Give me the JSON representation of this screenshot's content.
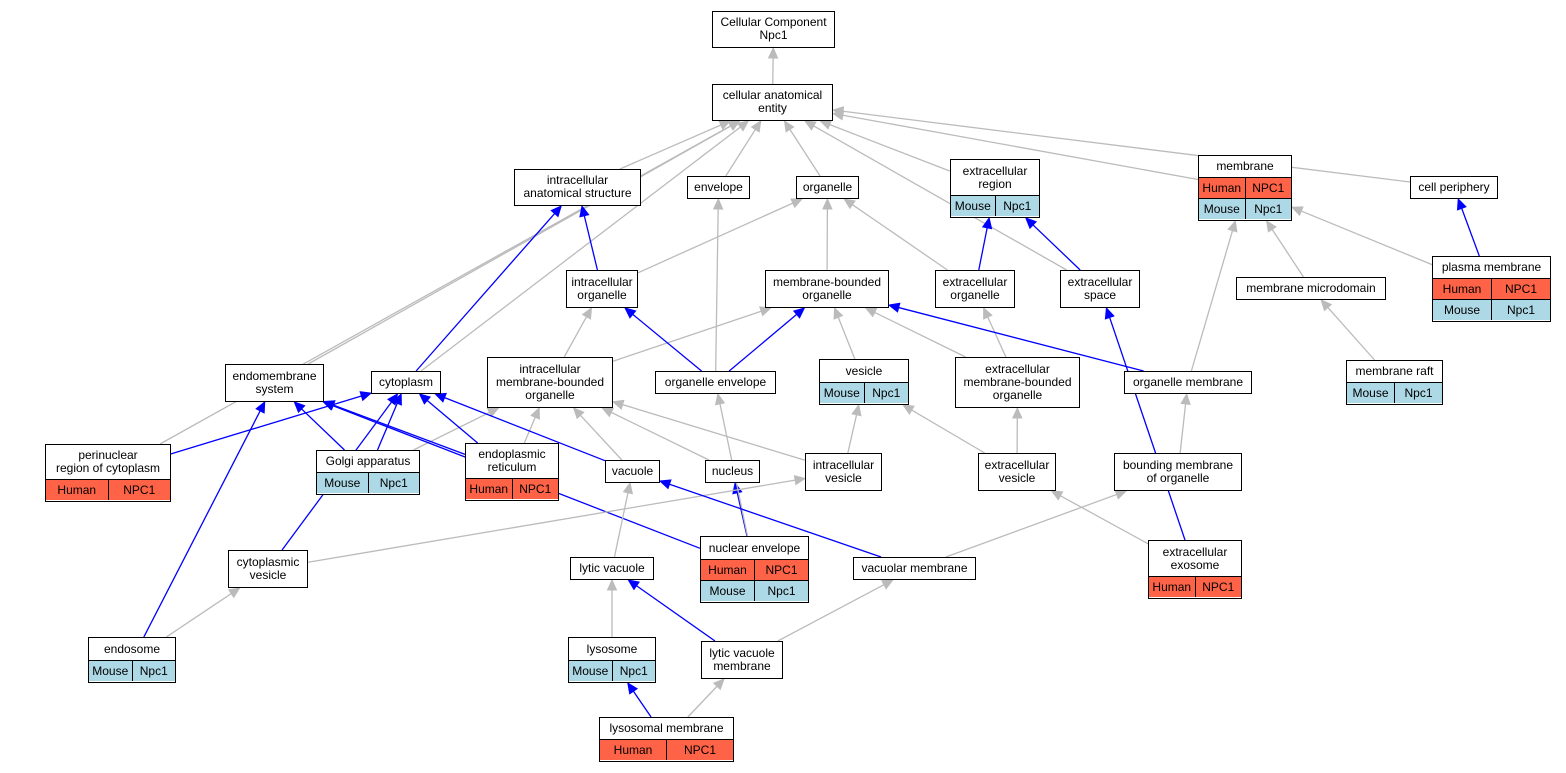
{
  "colors": {
    "gene_edge": "#0000ff",
    "parent_edge": "#bbbbbb",
    "human_cell": "#ff6347",
    "mouse_cell": "#add8e6"
  },
  "nodes": {
    "root": {
      "label": "Cellular Component\nNpc1"
    },
    "cae": {
      "label": "cellular anatomical\nentity"
    },
    "ias": {
      "label": "intracellular\nanatomical structure"
    },
    "envelope": {
      "label": "envelope"
    },
    "organelle": {
      "label": "organelle"
    },
    "exreg": {
      "label": "extracellular\nregion",
      "rows": [
        {
          "species": "mouse",
          "cells": [
            "Mouse",
            "Npc1"
          ]
        }
      ]
    },
    "membrane": {
      "label": "membrane",
      "rows": [
        {
          "species": "human",
          "cells": [
            "Human",
            "NPC1"
          ]
        },
        {
          "species": "mouse",
          "cells": [
            "Mouse",
            "Npc1"
          ]
        }
      ]
    },
    "cellper": {
      "label": "cell periphery"
    },
    "intorg": {
      "label": "intracellular\norganelle"
    },
    "mbo": {
      "label": "membrane-bounded\norganelle"
    },
    "exorg": {
      "label": "extracellular\norganelle"
    },
    "exspace": {
      "label": "extracellular\nspace"
    },
    "memmicro": {
      "label": "membrane microdomain"
    },
    "plasmamem": {
      "label": "plasma membrane",
      "rows": [
        {
          "species": "human",
          "cells": [
            "Human",
            "NPC1"
          ]
        },
        {
          "species": "mouse",
          "cells": [
            "Mouse",
            "Npc1"
          ]
        }
      ]
    },
    "endomem": {
      "label": "endomembrane\nsystem"
    },
    "cytoplasm": {
      "label": "cytoplasm"
    },
    "imbo": {
      "label": "intracellular\nmembrane-bounded\norganelle"
    },
    "orgenv": {
      "label": "organelle envelope"
    },
    "vesicle": {
      "label": "vesicle",
      "rows": [
        {
          "species": "mouse",
          "cells": [
            "Mouse",
            "Npc1"
          ]
        }
      ]
    },
    "exmbo": {
      "label": "extracellular\nmembrane-bounded\norganelle"
    },
    "orgmem": {
      "label": "organelle membrane"
    },
    "memraft": {
      "label": "membrane raft",
      "rows": [
        {
          "species": "mouse",
          "cells": [
            "Mouse",
            "Npc1"
          ]
        }
      ]
    },
    "perinuc": {
      "label": "perinuclear\nregion of cytoplasm",
      "rows": [
        {
          "species": "human",
          "cells": [
            "Human",
            "NPC1"
          ]
        }
      ]
    },
    "golgi": {
      "label": "Golgi apparatus",
      "rows": [
        {
          "species": "mouse",
          "cells": [
            "Mouse",
            "Npc1"
          ]
        }
      ]
    },
    "er": {
      "label": "endoplasmic\nreticulum",
      "rows": [
        {
          "species": "human",
          "cells": [
            "Human",
            "NPC1"
          ]
        }
      ]
    },
    "vacuole": {
      "label": "vacuole"
    },
    "nucleus": {
      "label": "nucleus"
    },
    "intves": {
      "label": "intracellular\nvesicle"
    },
    "exves": {
      "label": "extracellular\nvesicle"
    },
    "boundmem": {
      "label": "bounding membrane\nof organelle"
    },
    "nucenv": {
      "label": "nuclear envelope",
      "rows": [
        {
          "species": "human",
          "cells": [
            "Human",
            "NPC1"
          ]
        },
        {
          "species": "mouse",
          "cells": [
            "Mouse",
            "Npc1"
          ]
        }
      ]
    },
    "exexo": {
      "label": "extracellular\nexosome",
      "rows": [
        {
          "species": "human",
          "cells": [
            "Human",
            "NPC1"
          ]
        }
      ]
    },
    "cytoves": {
      "label": "cytoplasmic\nvesicle"
    },
    "lyticvac": {
      "label": "lytic vacuole"
    },
    "vacmem": {
      "label": "vacuolar membrane"
    },
    "endosome": {
      "label": "endosome",
      "rows": [
        {
          "species": "mouse",
          "cells": [
            "Mouse",
            "Npc1"
          ]
        }
      ]
    },
    "lysosome": {
      "label": "lysosome",
      "rows": [
        {
          "species": "mouse",
          "cells": [
            "Mouse",
            "Npc1"
          ]
        }
      ]
    },
    "lvm": {
      "label": "lytic vacuole\nmembrane"
    },
    "lysomem": {
      "label": "lysosomal membrane",
      "rows": [
        {
          "species": "human",
          "cells": [
            "Human",
            "NPC1"
          ]
        }
      ]
    }
  },
  "edges": [
    {
      "from": "cae",
      "to": "root",
      "kind": "parent"
    },
    {
      "from": "ias",
      "to": "cae",
      "kind": "parent"
    },
    {
      "from": "envelope",
      "to": "cae",
      "kind": "parent"
    },
    {
      "from": "organelle",
      "to": "cae",
      "kind": "parent"
    },
    {
      "from": "exreg",
      "to": "cae",
      "kind": "parent"
    },
    {
      "from": "membrane",
      "to": "cae",
      "kind": "parent"
    },
    {
      "from": "cellper",
      "to": "cae",
      "kind": "parent"
    },
    {
      "from": "endomem",
      "to": "cae",
      "kind": "parent"
    },
    {
      "from": "cytoplasm",
      "to": "cae",
      "kind": "parent"
    },
    {
      "from": "perinuc",
      "to": "cae",
      "kind": "parent"
    },
    {
      "from": "exspace",
      "to": "cae",
      "kind": "parent"
    },
    {
      "from": "intorg",
      "to": "ias",
      "kind": "gene"
    },
    {
      "from": "intorg",
      "to": "organelle",
      "kind": "parent"
    },
    {
      "from": "cytoplasm",
      "to": "ias",
      "kind": "gene"
    },
    {
      "from": "mbo",
      "to": "organelle",
      "kind": "parent"
    },
    {
      "from": "exorg",
      "to": "organelle",
      "kind": "parent"
    },
    {
      "from": "exorg",
      "to": "exreg",
      "kind": "gene"
    },
    {
      "from": "exspace",
      "to": "exreg",
      "kind": "gene"
    },
    {
      "from": "plasmamem",
      "to": "cellper",
      "kind": "gene"
    },
    {
      "from": "plasmamem",
      "to": "membrane",
      "kind": "parent"
    },
    {
      "from": "memmicro",
      "to": "membrane",
      "kind": "parent"
    },
    {
      "from": "orgmem",
      "to": "membrane",
      "kind": "parent"
    },
    {
      "from": "memraft",
      "to": "memmicro",
      "kind": "parent"
    },
    {
      "from": "imbo",
      "to": "intorg",
      "kind": "parent"
    },
    {
      "from": "imbo",
      "to": "mbo",
      "kind": "parent"
    },
    {
      "from": "orgenv",
      "to": "intorg",
      "kind": "gene"
    },
    {
      "from": "orgenv",
      "to": "mbo",
      "kind": "gene"
    },
    {
      "from": "orgenv",
      "to": "envelope",
      "kind": "parent"
    },
    {
      "from": "vesicle",
      "to": "mbo",
      "kind": "parent"
    },
    {
      "from": "exmbo",
      "to": "mbo",
      "kind": "parent"
    },
    {
      "from": "exmbo",
      "to": "exorg",
      "kind": "parent"
    },
    {
      "from": "orgmem",
      "to": "mbo",
      "kind": "gene"
    },
    {
      "from": "perinuc",
      "to": "cytoplasm",
      "kind": "gene"
    },
    {
      "from": "golgi",
      "to": "cytoplasm",
      "kind": "gene"
    },
    {
      "from": "golgi",
      "to": "endomem",
      "kind": "gene"
    },
    {
      "from": "golgi",
      "to": "imbo",
      "kind": "parent"
    },
    {
      "from": "er",
      "to": "cytoplasm",
      "kind": "gene"
    },
    {
      "from": "er",
      "to": "endomem",
      "kind": "gene"
    },
    {
      "from": "er",
      "to": "imbo",
      "kind": "parent"
    },
    {
      "from": "vacuole",
      "to": "cytoplasm",
      "kind": "gene"
    },
    {
      "from": "vacuole",
      "to": "imbo",
      "kind": "parent"
    },
    {
      "from": "nucleus",
      "to": "imbo",
      "kind": "parent"
    },
    {
      "from": "intves",
      "to": "vesicle",
      "kind": "parent"
    },
    {
      "from": "intves",
      "to": "imbo",
      "kind": "parent"
    },
    {
      "from": "exves",
      "to": "vesicle",
      "kind": "parent"
    },
    {
      "from": "exves",
      "to": "exmbo",
      "kind": "parent"
    },
    {
      "from": "boundmem",
      "to": "orgmem",
      "kind": "parent"
    },
    {
      "from": "nucenv",
      "to": "nucleus",
      "kind": "gene"
    },
    {
      "from": "nucenv",
      "to": "endomem",
      "kind": "gene"
    },
    {
      "from": "nucenv",
      "to": "orgenv",
      "kind": "parent"
    },
    {
      "from": "exexo",
      "to": "exspace",
      "kind": "gene"
    },
    {
      "from": "exexo",
      "to": "exves",
      "kind": "parent"
    },
    {
      "from": "cytoves",
      "to": "cytoplasm",
      "kind": "gene"
    },
    {
      "from": "cytoves",
      "to": "intves",
      "kind": "parent"
    },
    {
      "from": "lyticvac",
      "to": "vacuole",
      "kind": "parent"
    },
    {
      "from": "vacmem",
      "to": "vacuole",
      "kind": "gene"
    },
    {
      "from": "vacmem",
      "to": "boundmem",
      "kind": "parent"
    },
    {
      "from": "endosome",
      "to": "endomem",
      "kind": "gene"
    },
    {
      "from": "endosome",
      "to": "cytoves",
      "kind": "parent"
    },
    {
      "from": "lysosome",
      "to": "lyticvac",
      "kind": "parent"
    },
    {
      "from": "lvm",
      "to": "lyticvac",
      "kind": "gene"
    },
    {
      "from": "lvm",
      "to": "vacmem",
      "kind": "parent"
    },
    {
      "from": "lysomem",
      "to": "lysosome",
      "kind": "gene"
    },
    {
      "from": "lysomem",
      "to": "lvm",
      "kind": "parent"
    }
  ]
}
